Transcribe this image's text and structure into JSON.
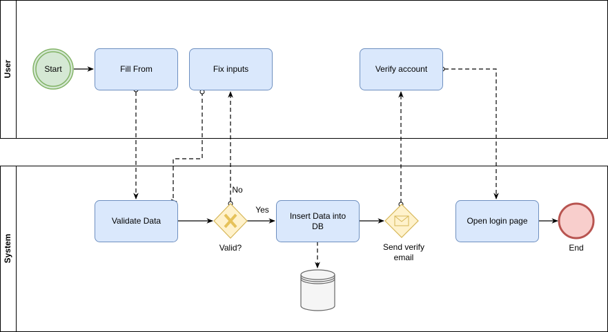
{
  "lanes": {
    "user": "User",
    "system": "System"
  },
  "nodes": {
    "start": "Start",
    "fill_form": "Fill From",
    "fix_inputs": "Fix inputs",
    "verify_account": "Verify account",
    "validate_data": "Validate Data",
    "valid_gateway": "Valid?",
    "insert_data_line1": "Insert Data into",
    "insert_data_line2": "DB",
    "send_email_line1": "Send verify",
    "send_email_line2": "email",
    "open_login": "Open login page",
    "end": "End"
  },
  "edges": {
    "yes": "Yes",
    "no": "No"
  },
  "colors": {
    "task_fill": "#dae8fc",
    "task_stroke": "#6c8ebf",
    "start_fill": "#d5e8d4",
    "start_stroke": "#82b366",
    "end_fill": "#f8cecc",
    "end_stroke": "#b85450",
    "gateway_fill": "#fff2cc",
    "gateway_stroke": "#d6b656",
    "gateway_x": "#e6c25a"
  }
}
